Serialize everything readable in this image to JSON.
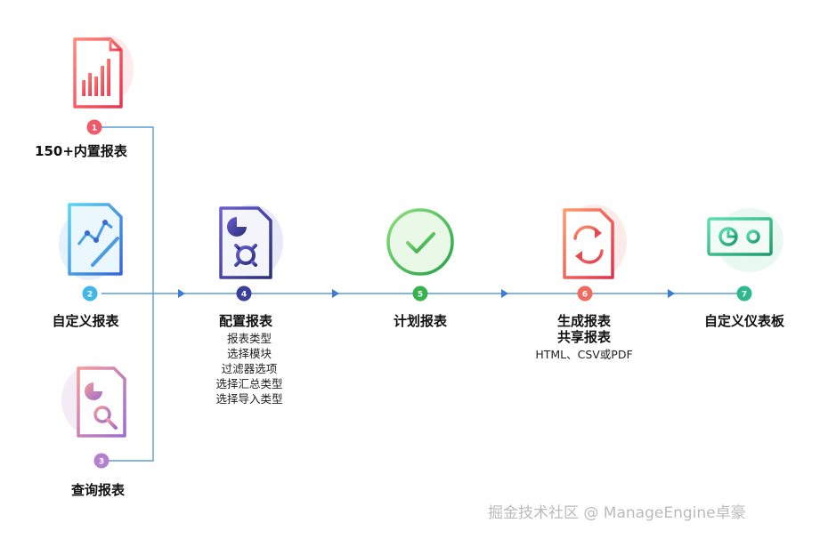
{
  "steps": [
    {
      "number": "1",
      "label": "150+内置报表",
      "icon": "bar-chart-document-icon"
    },
    {
      "number": "2",
      "label": "自定义报表",
      "icon": "line-chart-document-icon"
    },
    {
      "number": "3",
      "label": "查询报表",
      "icon": "search-document-icon"
    },
    {
      "number": "4",
      "label": "配置报表",
      "icon": "gear-document-icon",
      "sub_items": [
        "报表类型",
        "选择模块",
        "过滤器选项",
        "选择汇总类型",
        "选择导入类型"
      ]
    },
    {
      "number": "5",
      "label": "计划报表",
      "icon": "check-circle-icon"
    },
    {
      "number": "6",
      "label_lines": [
        "生成报表",
        "共享报表"
      ],
      "sub": "HTML、CSV或PDF",
      "icon": "refresh-document-icon"
    },
    {
      "number": "7",
      "label": "自定义仪表板",
      "icon": "dashboard-monitor-icon"
    }
  ],
  "colors": {
    "line": "#5b9bd5",
    "badge1": "#ef5a6a",
    "badge2": "#3fb8e8",
    "badge3": "#b57fcf",
    "badge4": "#3a3f9a",
    "badge5": "#38b24a",
    "badge6": "#f06a5e",
    "badge7": "#2fb88c"
  },
  "watermark": "掘金技术社区 @ ManageEngine卓豪"
}
